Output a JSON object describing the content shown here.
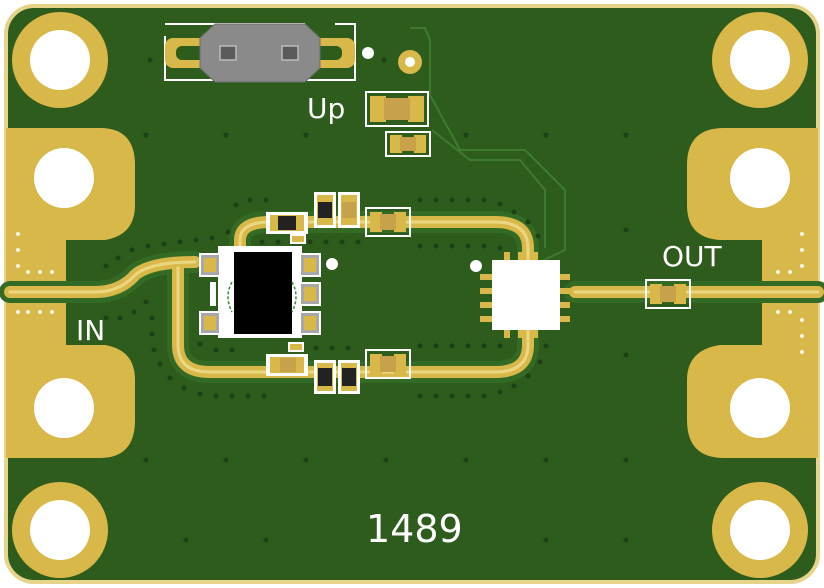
{
  "board": {
    "labels": {
      "up": "Up",
      "in": "IN",
      "out": "OUT",
      "part_number": "1489"
    },
    "colors": {
      "substrate": "#2d5c1d",
      "substrate_edge": "#e6d48a",
      "copper_gold": "#d9b84a",
      "copper_highlight": "#f0df8f",
      "trace_shadow": "#346b24",
      "via": "#1f3f14",
      "silkscreen": "#ffffff",
      "ic_body": "#000000"
    }
  }
}
